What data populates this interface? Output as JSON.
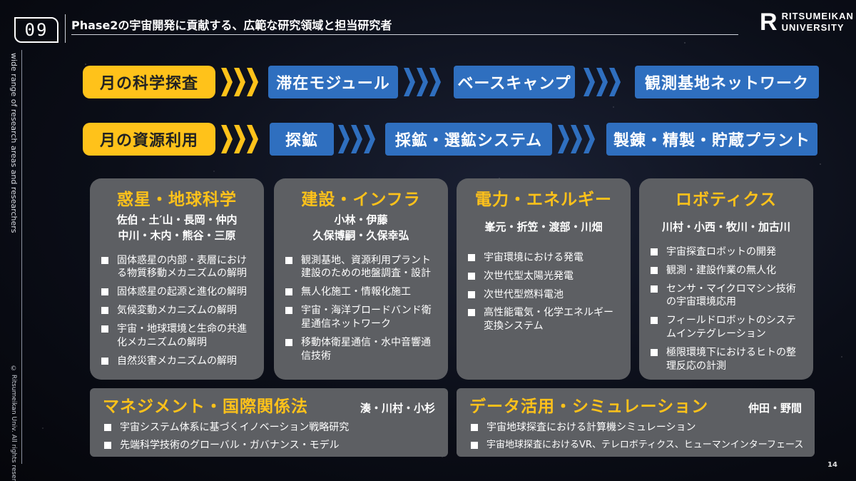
{
  "header": {
    "number": "09",
    "title": "Phase2の宇宙開発に貢献する、広範な研究領域と担当研究者",
    "logo_mark": "R",
    "logo_line1": "RITSUMEIKAN",
    "logo_line2": "UNIVERSITY"
  },
  "sidebar": {
    "vertical_text": "wide range of research areas and researchers",
    "copyright": "© Ritsumeikan Univ. All rights reserved."
  },
  "page_number": "14",
  "flows": [
    {
      "start": "月の科学探査",
      "steps": [
        "滞在モジュール",
        "ベースキャンプ",
        "観測基地ネットワーク"
      ]
    },
    {
      "start": "月の資源利用",
      "steps": [
        "探鉱",
        "採鉱・選鉱システム",
        "製錬・精製・貯蔵プラント"
      ]
    }
  ],
  "cards": [
    {
      "title": "惑星・地球科学",
      "people": [
        "佐伯・土′山・長岡・仲内",
        "中川・木内・熊谷・三原"
      ],
      "items": [
        "固体惑星の内部・表層における物質移動メカニズムの解明",
        "固体惑星の起源と進化の解明",
        "気候変動メカニズムの解明",
        "宇宙・地球環境と生命の共進化メカニズムの解明",
        "自然災害メカニズムの解明"
      ]
    },
    {
      "title": "建設・インフラ",
      "people": [
        "小林・伊藤",
        "久保博嗣・久保幸弘"
      ],
      "items": [
        "観測基地、資源利用プラント建設のための地盤調査・設計",
        "無人化施工・情報化施工",
        "宇宙・海洋ブロードバンド衛星通信ネットワーク",
        "移動体衛星通信・水中音響通信技術"
      ]
    },
    {
      "title": "電力・エネルギー",
      "people": [
        "峯元・折笠・渡部・川畑"
      ],
      "items": [
        "宇宙環境における発電",
        "次世代型太陽光発電",
        "次世代型燃料電池",
        "高性能電気・化学エネルギー変換システム"
      ]
    },
    {
      "title": "ロボティクス",
      "people": [
        "川村・小西・牧川・加古川"
      ],
      "items": [
        "宇宙探査ロボットの開発",
        "観測・建設作業の無人化",
        "センサ・マイクロマシン技術の宇宙環境応用",
        "フィールドロボットのシステムインテグレーション",
        "極限環境下におけるヒトの整理反応の計測"
      ]
    }
  ],
  "wide_cards": [
    {
      "title": "マネジメント・国際関係法",
      "people": "湊・川村・小杉",
      "items": [
        "宇宙システム体系に基づくイノベーション戦略研究",
        "先端科学技術のグローバル・ガバナンス・モデル"
      ]
    },
    {
      "title": "データ活用・シミュレーション",
      "people": "仲田・野間",
      "items": [
        "宇宙地球探査における計算機シミュレーション",
        "宇宙地球探査におけるVR、テレロボティクス、ヒューマンインターフェース"
      ]
    }
  ],
  "colors": {
    "accent": "#ffc21a",
    "step": "#2f6fbf",
    "card": "#5d5f63"
  }
}
